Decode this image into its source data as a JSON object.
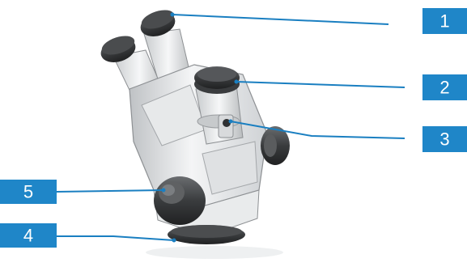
{
  "figure": {
    "subject": "stereo-microscope-zoom-body",
    "accent_color": "#1f86c8",
    "callouts": [
      {
        "number": "1"
      },
      {
        "number": "2"
      },
      {
        "number": "3"
      },
      {
        "number": "4"
      },
      {
        "number": "5"
      }
    ]
  }
}
